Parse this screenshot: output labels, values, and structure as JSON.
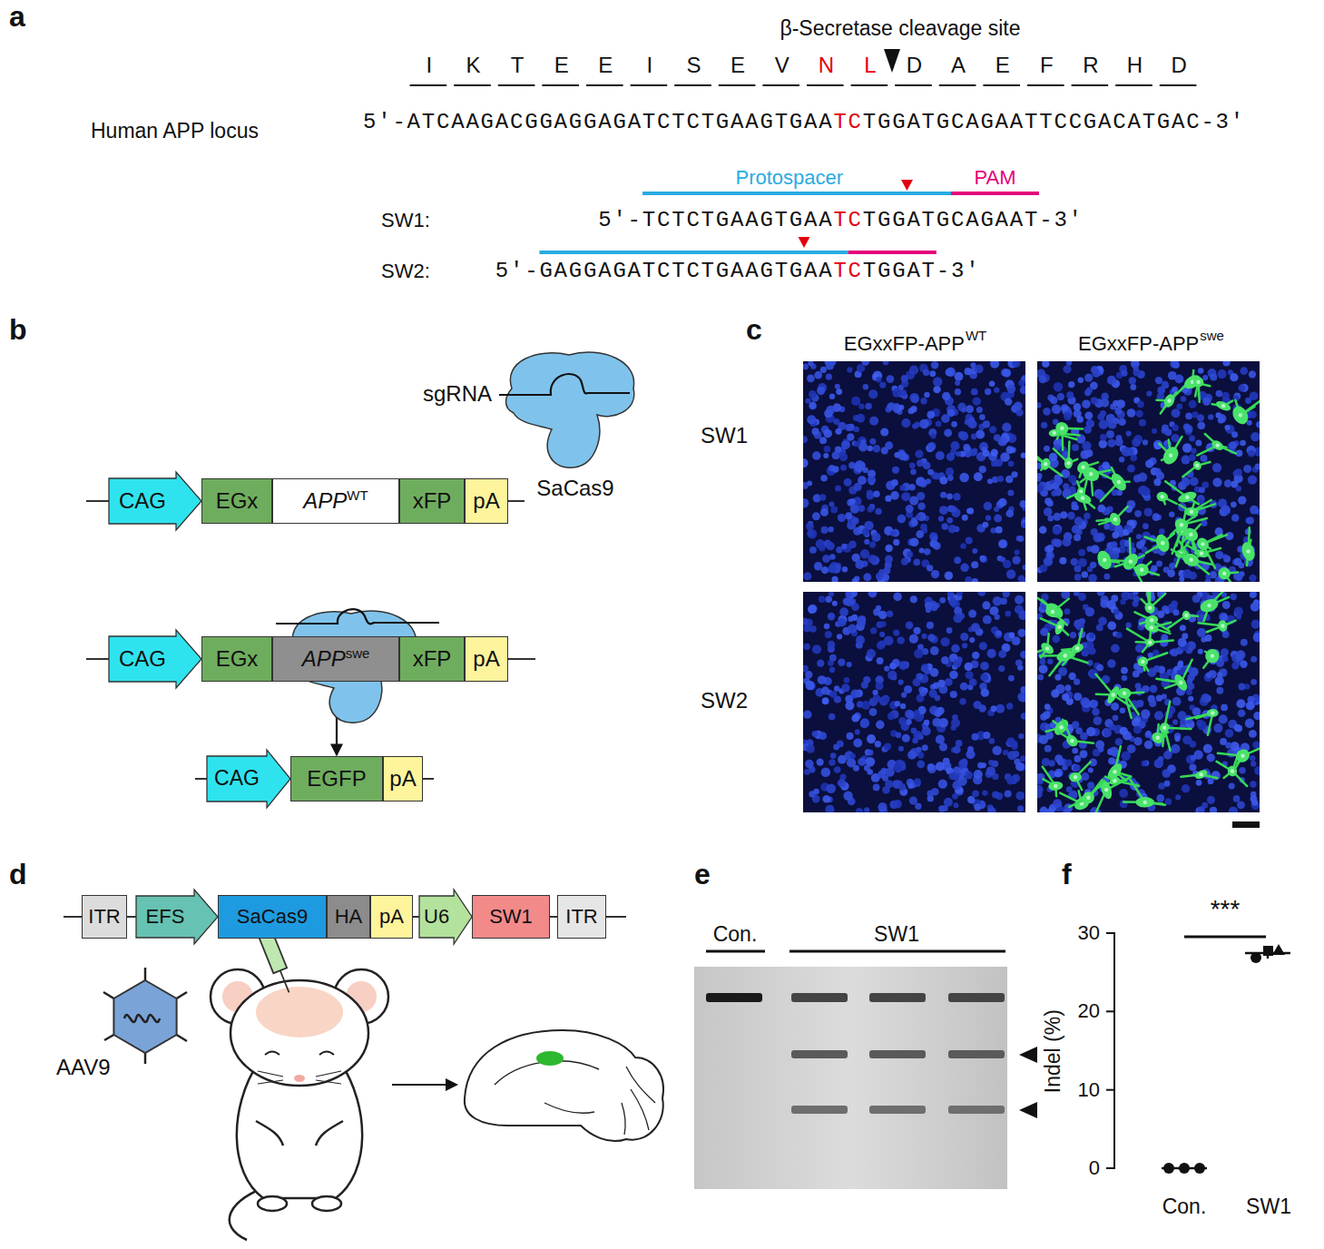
{
  "diagram": {
    "nodes": [
      {
        "text": [
          "CAG"
        ]
      },
      {
        "text": [
          "EGx"
        ]
      },
      {
        "text": [
          "APP",
          "WT"
        ]
      },
      {
        "text": [
          "xFP"
        ]
      },
      {
        "text": [
          "pA"
        ]
      },
      {
        "text": [
          "CAG"
        ]
      },
      {
        "text": [
          "EGx"
        ]
      },
      {
        "text": [
          "APP",
          "swe"
        ]
      },
      {
        "text": [
          "xFP"
        ]
      },
      {
        "text": [
          "pA"
        ]
      },
      {
        "text": [
          "CAG"
        ]
      },
      {
        "text": [
          "EGFP"
        ]
      },
      {
        "text": [
          "pA"
        ]
      },
      {
        "text": [
          "ITR"
        ]
      },
      {
        "text": [
          "EFS"
        ]
      },
      {
        "text": [
          "SaCas9"
        ]
      },
      {
        "text": [
          "HA"
        ]
      },
      {
        "text": [
          "pA"
        ]
      },
      {
        "text": [
          "U6"
        ]
      },
      {
        "text": [
          "SW1"
        ]
      },
      {
        "text": [
          "ITR"
        ]
      }
    ],
    "edges": [
      {
        "from": 7,
        "to": 11,
        "arrow": "to"
      }
    ],
    "labels": [
      "a",
      "β-Secretase cleavage site",
      "I",
      "K",
      "T",
      "E",
      "E",
      "I",
      "S",
      "E",
      "V",
      "N",
      "L",
      "D",
      "A",
      "E",
      "F",
      "R",
      "H",
      "D",
      "Human APP locus",
      "5′-",
      "ATCAAGACGGAGGAGATCTCTGAAGTGAA",
      "TC",
      "TGGATGCAGAATTCCGACATGAC",
      "-3′",
      "Protospacer",
      "PAM",
      "SW1:",
      "5′-",
      "TCTCTGAAGTGAA",
      "TC",
      "TGGATGCAGAAT",
      "-3′",
      "SW2:",
      "5′-",
      "GAGGAGATCTCTGAAGTGAA",
      "TC",
      "TGGAT",
      "-3′",
      "b",
      "sgRNA",
      "SaCas9",
      "c",
      "EGxxFP-APP",
      "WT",
      "EGxxFP-APP",
      "swe",
      "SW1",
      "SW2",
      "d",
      "AAV9",
      "e",
      "Con.",
      "SW1",
      "f",
      "***",
      "30",
      "20",
      "10",
      "0",
      "Indel (%)",
      "Con.",
      "SW1"
    ]
  }
}
